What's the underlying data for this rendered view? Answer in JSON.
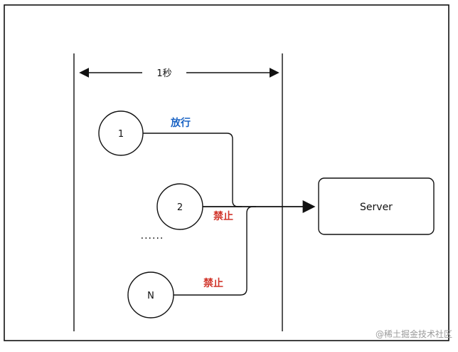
{
  "diagram": {
    "time_window_label": "1秒",
    "ellipsis": "......",
    "requests": [
      {
        "id": "1",
        "status": "放行"
      },
      {
        "id": "2",
        "status": "禁止"
      },
      {
        "id": "N",
        "status": "禁止"
      }
    ],
    "server_label": "Server"
  },
  "footer": {
    "credit": "@稀土掘金技术社区"
  },
  "colors": {
    "allow": "#1a63c4",
    "deny": "#d1362c",
    "line": "#111111"
  }
}
